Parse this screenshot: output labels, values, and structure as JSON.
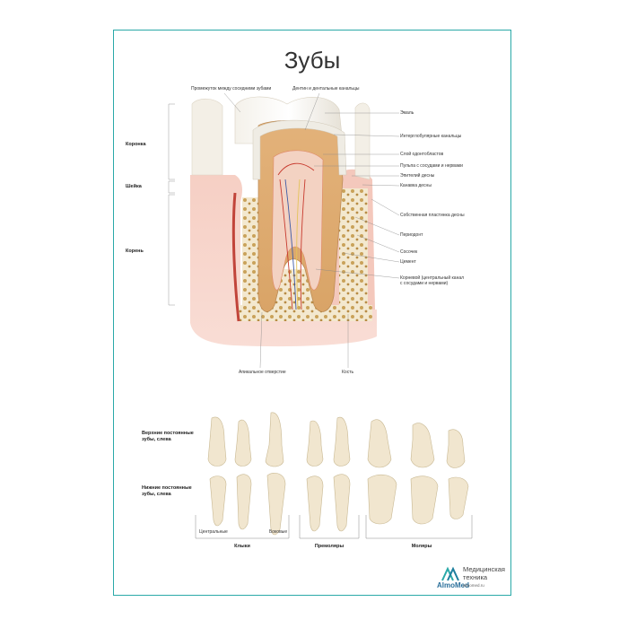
{
  "poster": {
    "title": "Зубы",
    "accent_color": "#2aa9a8"
  },
  "left_labels": {
    "crown": "Коронка",
    "neck": "Шейка",
    "root": "Корень"
  },
  "top_labels": {
    "interdental_space": "Промежуток между соседними зубами",
    "dentin": "Дентин и дентальные канальцы"
  },
  "right_labels": [
    "Эмаль",
    "Интерглобулярные канальцы",
    "Слой одонтобластов",
    "Пульпа с сосудами и нервами",
    "Эпителий десны",
    "Канавка десны",
    "Собственная пластинка десны",
    "Периодонт",
    "Сосочек",
    "Цемент",
    "Корневой (центральный канал",
    "с сосудами и нервами)"
  ],
  "bottom_labels": {
    "apical": "Апикальное отверстие",
    "bone": "Кость"
  },
  "teeth_section": {
    "upper_line1": "Верхние постоянные",
    "upper_line2": "зубы, слева",
    "lower_line1": "Нижние постоянные",
    "lower_line2": "зубы, слева",
    "central": "Центральные",
    "lateral": "Боковые",
    "canines": "Клыки",
    "premolars": "Премоляры",
    "molars": "Моляры"
  },
  "brand": {
    "logo_name": "AlmoMed",
    "line1": "Медицинская",
    "line2": "техника",
    "site": "almomed.ru"
  }
}
